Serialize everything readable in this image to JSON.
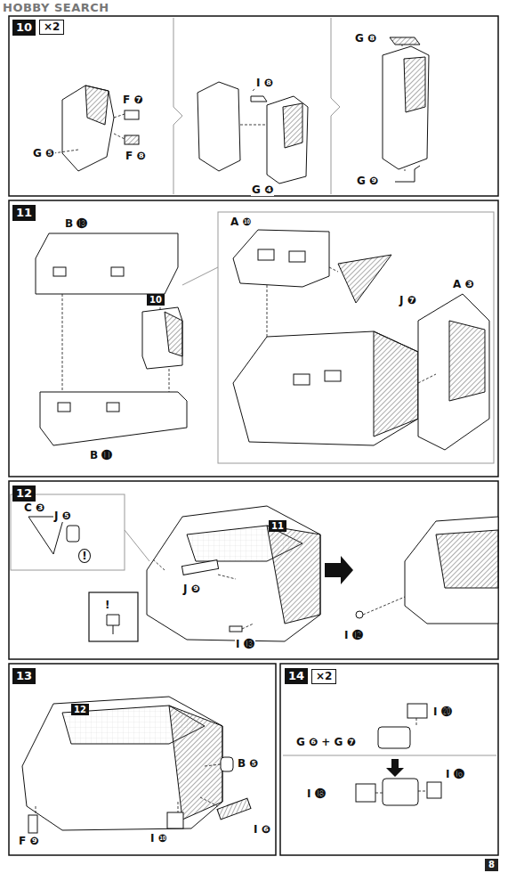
{
  "diagram": {
    "nodes": [
      {
        "text": [
          "10"
        ]
      },
      {
        "text": [
          "×2"
        ]
      },
      {
        "text": [
          "11"
        ]
      },
      {
        "text": [
          "10"
        ]
      },
      {
        "text": [
          "12"
        ]
      },
      {
        "text": [
          "11"
        ]
      },
      {
        "text": [
          "13"
        ]
      },
      {
        "text": [
          "12"
        ]
      },
      {
        "text": [
          "14"
        ]
      },
      {
        "text": [
          "×2"
        ]
      }
    ],
    "labels": [
      "F ❼",
      "G ❺",
      "F ❽",
      "I ❽",
      "G ❹",
      "G ❽",
      "G ❾",
      "B ⓭",
      "B ⓫",
      "A ❿",
      "J ❼",
      "A ❸",
      "C ❸",
      "J ❺",
      "!",
      "!",
      "J ❾",
      "I ⓭",
      "I ⓬",
      "B ❺",
      "I ❻",
      "I ❿",
      "F ❾",
      "I ⓴",
      "G ❻ + G ❼",
      "I ⓲",
      "I ⓰",
      "8",
      "HOBBY SEARCH"
    ]
  }
}
